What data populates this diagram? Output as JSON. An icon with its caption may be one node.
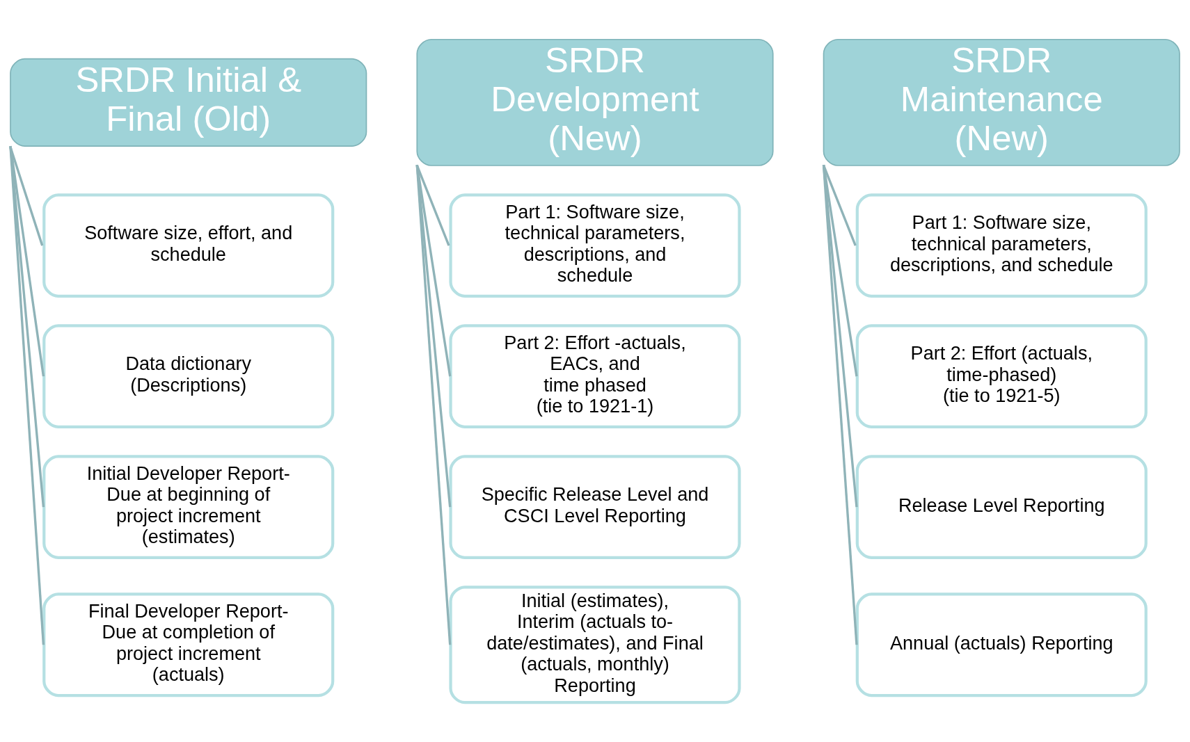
{
  "diagram": {
    "nodes": [
      {
        "text": [
          "SRDR Initial & Final (Old)"
        ]
      },
      {
        "text": [
          "Software size, effort, and schedule"
        ]
      },
      {
        "text": [
          "Data dictionary (Descriptions)"
        ]
      },
      {
        "text": [
          "Initial Developer Report- Due at beginning of project increment (estimates)"
        ]
      },
      {
        "text": [
          "Final Developer Report- Due at completion of project increment (actuals)"
        ]
      },
      {
        "text": [
          "SRDR Development (New)"
        ]
      },
      {
        "text": [
          "Part 1: Software size, technical parameters, descriptions, and  schedule"
        ]
      },
      {
        "text": [
          "Part 2: Effort -actuals, EACs, and",
          "time phased",
          "(tie to 1921-1)"
        ]
      },
      {
        "text": [
          "Specific Release Level and CSCI Level Reporting"
        ]
      },
      {
        "text": [
          "Initial (estimates), Interim (actuals to-date/estimates), and Final (actuals, monthly) Reporting"
        ]
      },
      {
        "text": [
          "SRDR Maintenance (New)"
        ]
      },
      {
        "text": [
          "Part 1: Software size, technical parameters, descriptions, and schedule"
        ]
      },
      {
        "text": [
          "Part 2: Effort (actuals, time-phased)",
          "(tie to 1921-5)"
        ]
      },
      {
        "text": [
          "Release Level Reporting"
        ]
      },
      {
        "text": [
          "Annual (actuals) Reporting"
        ]
      }
    ],
    "edges": [
      {
        "from": 0,
        "to": 1,
        "arrow": "none"
      },
      {
        "from": 0,
        "to": 2,
        "arrow": "none"
      },
      {
        "from": 0,
        "to": 3,
        "arrow": "none"
      },
      {
        "from": 0,
        "to": 4,
        "arrow": "none"
      },
      {
        "from": 5,
        "to": 6,
        "arrow": "none"
      },
      {
        "from": 5,
        "to": 7,
        "arrow": "none"
      },
      {
        "from": 5,
        "to": 8,
        "arrow": "none"
      },
      {
        "from": 5,
        "to": 9,
        "arrow": "none"
      },
      {
        "from": 10,
        "to": 11,
        "arrow": "none"
      },
      {
        "from": 10,
        "to": 12,
        "arrow": "none"
      },
      {
        "from": 10,
        "to": 13,
        "arrow": "none"
      },
      {
        "from": 10,
        "to": 14,
        "arrow": "none"
      }
    ]
  }
}
